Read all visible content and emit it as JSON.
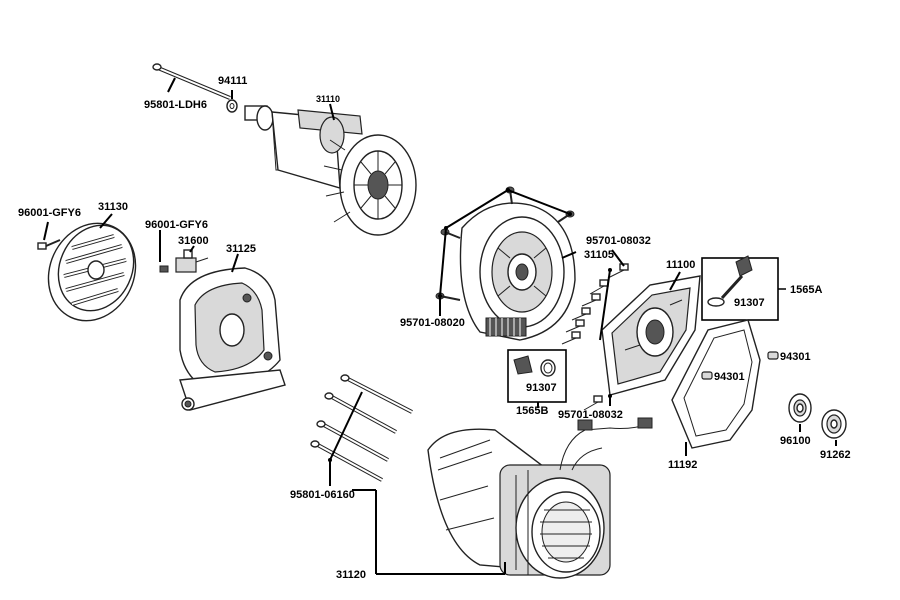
{
  "labels": {
    "p94111": "94111",
    "p95801_ldh6": "95801-LDH6",
    "p31110": "31110",
    "p96001_gfy6_left": "96001-GFY6",
    "p31130": "31130",
    "p96001_gfy6_mid": "96001-GFY6",
    "p31600": "31600",
    "p31125": "31125",
    "p95701_08032_top": "95701-08032",
    "p31105": "31105",
    "p11100": "11100",
    "p1565a": "1565A",
    "p91307_right": "91307",
    "p95701_08020": "95701-08020",
    "p91307_center": "91307",
    "p1565b": "1565B",
    "p94301_a": "94301",
    "p94301_b": "94301",
    "p95701_08032_bottom": "95701-08032",
    "p96100": "96100",
    "p91262": "91262",
    "p11192": "11192",
    "p95801_06160": "95801-06160",
    "p31120": "31120"
  }
}
